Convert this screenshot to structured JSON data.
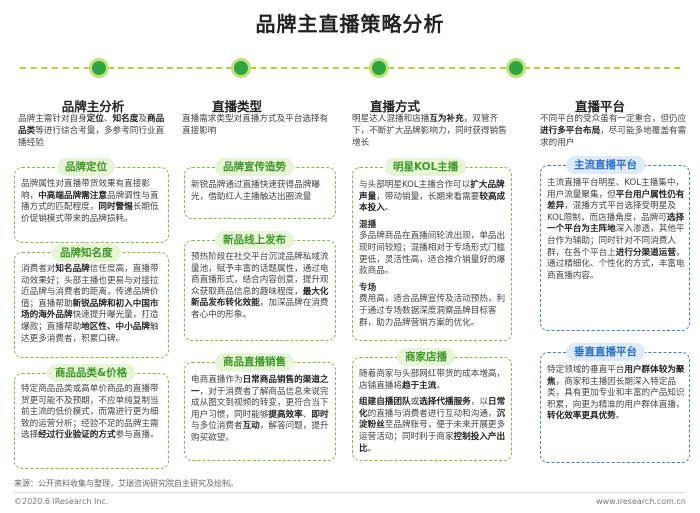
{
  "title": "品牌主直播策略分析",
  "columns": [
    {
      "heading": "品牌主分析",
      "desc_parts": [
        "品牌主需针对自身",
        "定位",
        "、",
        "知名度",
        "及",
        "商品品类",
        "等进行综合考量，多参考同行业直播经验"
      ]
    },
    {
      "heading": "直播类型",
      "desc": "直播需求类型对直播方式及平台选择有直接影响"
    },
    {
      "heading": "直播方式",
      "desc_parts": [
        "明星达人混播和店播",
        "互为补充",
        "，双管齐下，不断扩大品牌影响力，同时获得销售增长"
      ]
    },
    {
      "heading": "直播平台",
      "desc_parts": [
        "不同平台的受众虽有一定重合，但仍应",
        "进行多平台布局",
        "，尽可能多地覆盖有需求的用户"
      ]
    }
  ],
  "col1": {
    "box1": {
      "tag": "品牌定位",
      "t1": "品牌属性对直播带货效果有直接影响，",
      "t2": "中高端品牌需注意",
      "t3": "品牌调性与直播方式的匹配程度，",
      "t4": "同时警惕",
      "t5": "长期低价促销模式带来的品牌损耗。"
    },
    "box2": {
      "tag": "品牌知名度",
      "t1": "消费者对",
      "t2": "知名品牌",
      "t3": "信任度高，直播带动效果好；头部主播也更易与对接拉近品牌与消费者的距离，传递品牌价值；直播帮助",
      "t4": "新锐品牌和初入中国市场的海外品牌",
      "t5": "快速提升曝光量，打造爆款；直播帮助",
      "t6": "地区性、中小品牌",
      "t7": "触达更多消费者，积累口碑。"
    },
    "box3": {
      "tag": "商品品类&价格",
      "t1": "特定商品品类或高单价商品的直播带货更可能不及预期，不应单纯复制当前主流的低价模式，而需进行更为细致的运营分析；经验不足的品牌主需选择",
      "t2": "经过行业验证的方式",
      "t3": "参与直播。"
    }
  },
  "col2": {
    "box1": {
      "tag": "品牌宣传造势",
      "text": "新锐品牌通过直播快速获得品牌曝光，借助红人主播触达出圈流量"
    },
    "box2": {
      "tag": "新品线上发布",
      "t1": "预热阶段在社交平台沉淀品牌私域流量池，赋予丰富的话题属性，通过电商直播形式，结合内容创意，提升观众获取商品信息的趣味程度，",
      "t2": "最大化新品发布转化效能",
      "t3": "，加深品牌在消费者心中的形象。"
    },
    "box3": {
      "tag": "商品直播销售",
      "t1": "电商直播作为",
      "t2": "日常商品销售的渠道之一",
      "t3": "，对于消费者了解商品信息来说完成从图文到视频的转变，更符合当下用户习惯，同时能够",
      "t4": "提高效率",
      "t5": "、",
      "t6": "即时",
      "t7": "与多位消费者",
      "t8": "互动",
      "t9": "，解答问题，提升购买欲望。"
    }
  },
  "col3": {
    "box1": {
      "tag": "明星KOL主播",
      "t1": "与头部明星KOL主播合作可以",
      "t2": "扩大品牌声量",
      "t3": "，带动销量，长期来看需要",
      "t4": "较高成本投入",
      "t5": "。",
      "s1": "混播",
      "s1t": "多品牌商品在直播间轮流出现，单品出现时间较短；混播相对于专场形式门槛更低，灵活性高，适合推介销量好的爆款商品。",
      "s2": "专场",
      "s2t": "费用高，适合品牌宣传及活动预热，利于通过专场数据深度洞察品牌目标客群，助力品牌营销方案的优化。"
    },
    "box2": {
      "tag": "商家店播",
      "t1": "随着商家与头部网红带货的成本增高，店铺直播将",
      "t2": "趋于主流",
      "t3": "。",
      "t4": "组建自播团队",
      "t5": "或",
      "t6": "选择代播服务",
      "t7": "，以",
      "t8": "日常化",
      "t9": "的直播与消费者进行互动和沟通，",
      "t10": "沉淀粉丝",
      "t11": "至品牌账号，便于未来开展更多运营活动；同时利于商家",
      "t12": "控制投入产出比",
      "t13": "。"
    }
  },
  "col4": {
    "box1": {
      "tag": "主流直播平台",
      "t1": "主流直播平台明星、KOL主播集中，用户流量聚集，但",
      "t2": "平台用户属性仍有差异",
      "t3": "，混播方式平台选择受明星及KOL限制，而店播角度，品牌可",
      "t4": "选择一个平台为主阵地",
      "t5": "深入渗透，其他平台作为辅助；同时针对不同消费人群，在各个平台上",
      "t6": "进行分渠道运营",
      "t7": "，通过精细化、个性化的方式，丰富电商直播内容。"
    },
    "box2": {
      "tag": "垂直直播平台",
      "t1": "特定领域的垂直平台",
      "t2": "用户群体较为聚焦",
      "t3": "，商家和主播因长期深入特定品类，具有更加专业和丰富的产品知识积累，向更为精准的用户群体直播，",
      "t4": "转化效率更具优势",
      "t5": "。"
    }
  },
  "source": "来源：公开资料收集与整理，艾瑞咨询研究院自主研究及绘制。",
  "copyright": "©2020.6 iResearch Inc.",
  "website": "www.iresearch.com.cn",
  "colors": {
    "green": "#2da640",
    "accent_green": "#7fbf3a",
    "blue": "#2a72c8"
  }
}
